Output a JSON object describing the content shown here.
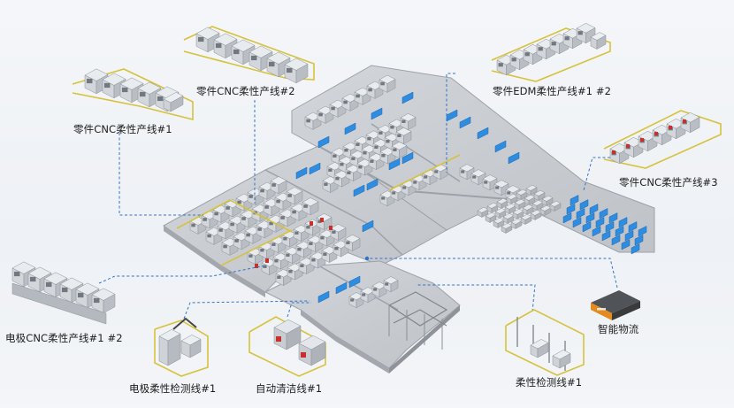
{
  "labels": {
    "cnc1": "零件CNC柔性产线#1",
    "cnc2": "零件CNC柔性产线#2",
    "edm": "零件EDM柔性产线#1 #2",
    "cnc3": "零件CNC柔性产线#3",
    "electrode_cnc": "电极CNC柔性产线#1 #2",
    "electrode_inspect": "电极柔性检测线#1",
    "auto_clean": "自动清洁线#1",
    "flex_inspect": "柔性检测线#1",
    "logistics": "智能物流"
  },
  "colors": {
    "leader_line": "#2f74c7",
    "floor": "#c9ccd1",
    "floor_edge": "#9ea2a8",
    "wall": "#b8bcc2",
    "machine": "#d3d7dc",
    "machine_top": "#e9ecef",
    "machine_dark": "#5a6068",
    "safety_fence": "#d6c23c",
    "conveyor_blue": "#2e8de0",
    "accent_red": "#c9302c",
    "agv_body": "#3a3a3a",
    "agv_orange": "#e58a1f"
  }
}
